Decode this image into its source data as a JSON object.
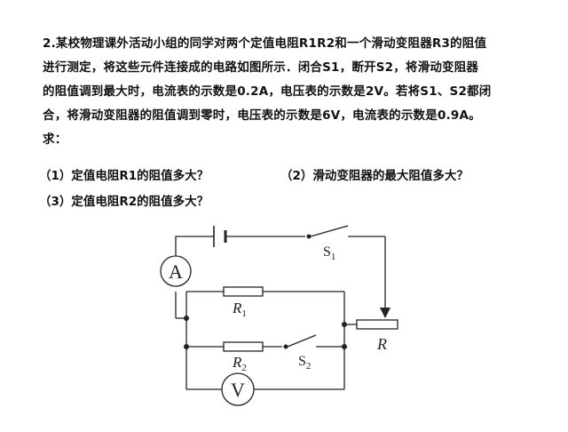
{
  "problem": {
    "lines": [
      "2.某校物理课外活动小组的同学对两个定值电阻R1R2和一个滑动变阻器R3的阻值",
      "进行测定，将这些元件连接成的电路如图所示．闭合S1，断开S2，将滑动变阻器",
      "的阻值调到最大时，电流表的示数是0.2A，电压表的示数是2V。若将S1、S2都闭",
      "合，将滑动变阻器的阻值调到零时，电压表的示数是6V，电流表的示数是0.9A。",
      "求："
    ],
    "q1": "（1）定值电阻R1的阻值多大？",
    "q2": "（2）滑动变阻器的最大阻值多大？",
    "q3": "（3）定值电阻R2的阻值多大？"
  },
  "circuit": {
    "ammeter_symbol": "A",
    "voltmeter_symbol": "V",
    "s1_letter": "S",
    "s1_sub": "1",
    "s2_letter": "S",
    "s2_sub": "2",
    "r1_letter": "R",
    "r1_sub": "1",
    "r2_letter": "R",
    "r2_sub": "2",
    "rheostat_label": "R"
  }
}
